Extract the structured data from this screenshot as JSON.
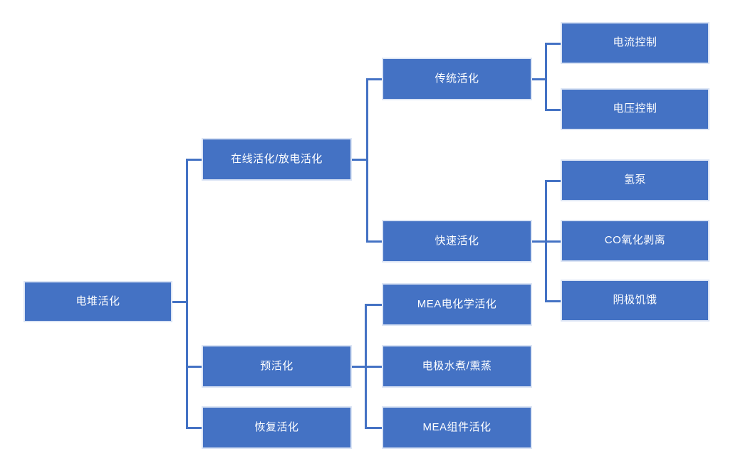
{
  "diagram": {
    "title_text": "电堆活化",
    "type": "tree-hierarchy",
    "orientation": "left-to-right",
    "colors": {
      "node_fill": "#4472c4",
      "node_text": "#ffffff",
      "connector": "#4472c4",
      "node_outline": "#dce5f5",
      "background": "#ffffff"
    },
    "nodes": {
      "root": "电堆活化",
      "level1": [
        "在线活化/放电活化",
        "预活化",
        "恢复活化"
      ],
      "level2_online": [
        "传统活化",
        "快速活化"
      ],
      "level2_pre": [
        "MEA电化学活化",
        "电极水煮/熏蒸",
        "MEA组件活化"
      ],
      "level3_traditional": [
        "电流控制",
        "电压控制"
      ],
      "level3_fast": [
        "氢泵",
        "CO氧化剥离",
        "阴极饥饿"
      ]
    }
  }
}
